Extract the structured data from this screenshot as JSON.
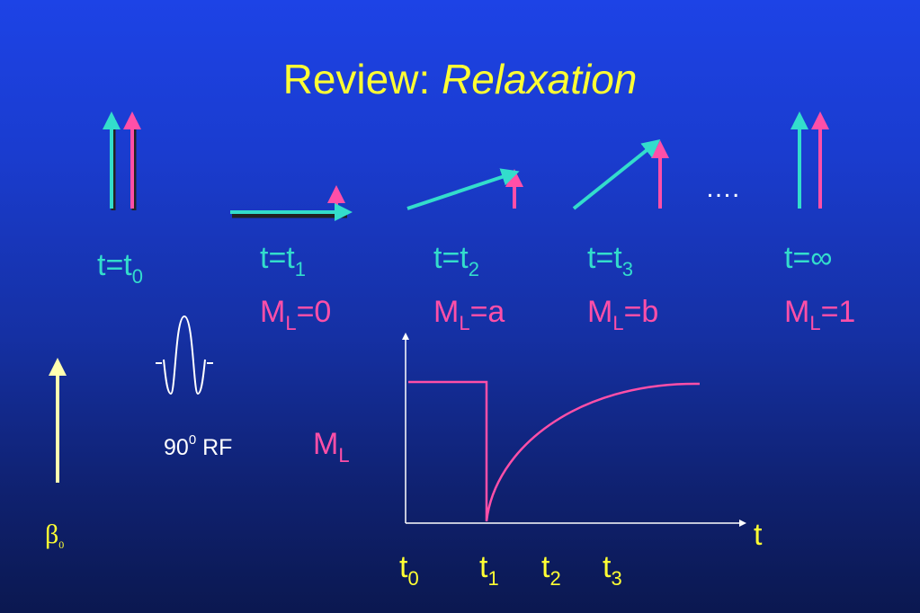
{
  "title": {
    "prefix": "Review: ",
    "emphasis": "Relaxation"
  },
  "colors": {
    "title": "#ffff33",
    "cyan": "#33ddcc",
    "magenta": "#ff4fa8",
    "white": "#ffffff",
    "b0_arrow": "#ffffb0"
  },
  "states": [
    {
      "t": "t=t",
      "t_sub": "0"
    },
    {
      "t": "t=t",
      "t_sub": "1",
      "m": "M",
      "m_sub": "L",
      "m_val": "=0"
    },
    {
      "t": "t=t",
      "t_sub": "2",
      "m": "M",
      "m_sub": "L",
      "m_val": "=a"
    },
    {
      "t": "t=t",
      "t_sub": "3",
      "m": "M",
      "m_sub": "L",
      "m_val": "=b"
    },
    {
      "t": "t=∞",
      "m": "M",
      "m_sub": "L",
      "m_val": "=1"
    }
  ],
  "ellipsis": "….",
  "rf": {
    "label_main": "90",
    "label_sup": "0",
    "label_rest": " RF"
  },
  "b0": {
    "symbol": "β",
    "sub": "0"
  },
  "plot": {
    "ylabel": "M",
    "ylabel_sub": "L",
    "xlabel": "t",
    "ticks": [
      {
        "base": "t",
        "sub": "0"
      },
      {
        "base": "t",
        "sub": "1"
      },
      {
        "base": "t",
        "sub": "2"
      },
      {
        "base": "t",
        "sub": "3"
      }
    ]
  }
}
